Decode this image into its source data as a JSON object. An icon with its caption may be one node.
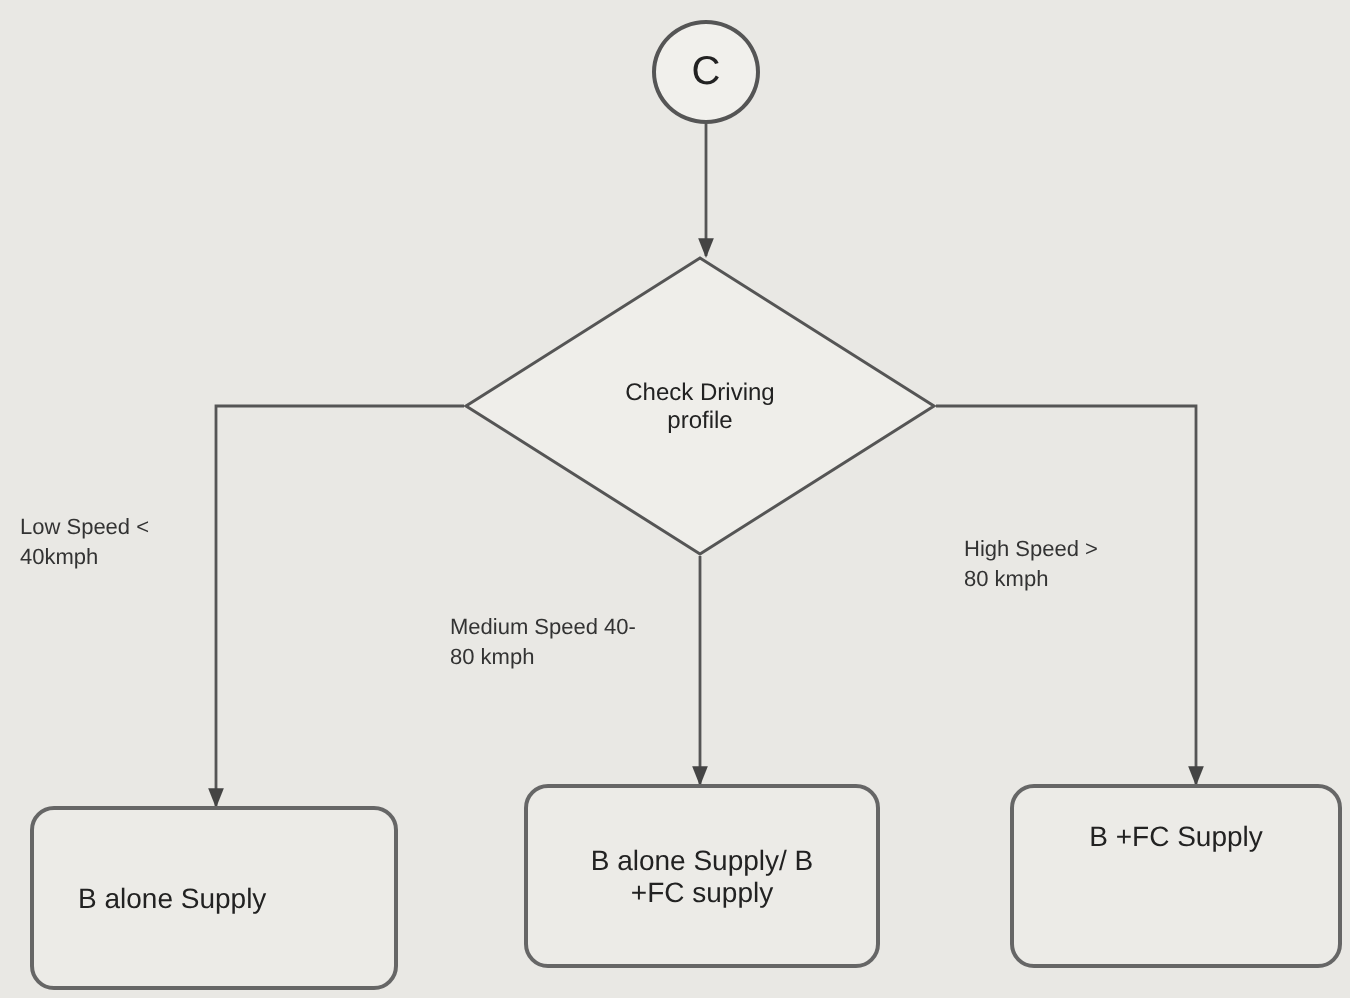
{
  "diagram": {
    "nodes": [
      {
        "text": [
          "C"
        ]
      },
      {
        "text": [
          "Check Driving profile"
        ]
      },
      {
        "text": [
          "B alone Supply"
        ]
      },
      {
        "text": [
          "B alone Supply/ B +FC supply"
        ]
      },
      {
        "text": [
          "B +FC Supply"
        ]
      }
    ],
    "edges": [
      {
        "from": 0,
        "to": 1,
        "arrow": "to"
      },
      {
        "from": 1,
        "to": 2,
        "arrow": "to",
        "label": "Low Speed < 40kmph"
      },
      {
        "from": 1,
        "to": 3,
        "arrow": "to",
        "label": "Medium Speed 40-80 kmph"
      },
      {
        "from": 1,
        "to": 4,
        "arrow": "to",
        "label": "High Speed > 80 kmph"
      }
    ]
  }
}
